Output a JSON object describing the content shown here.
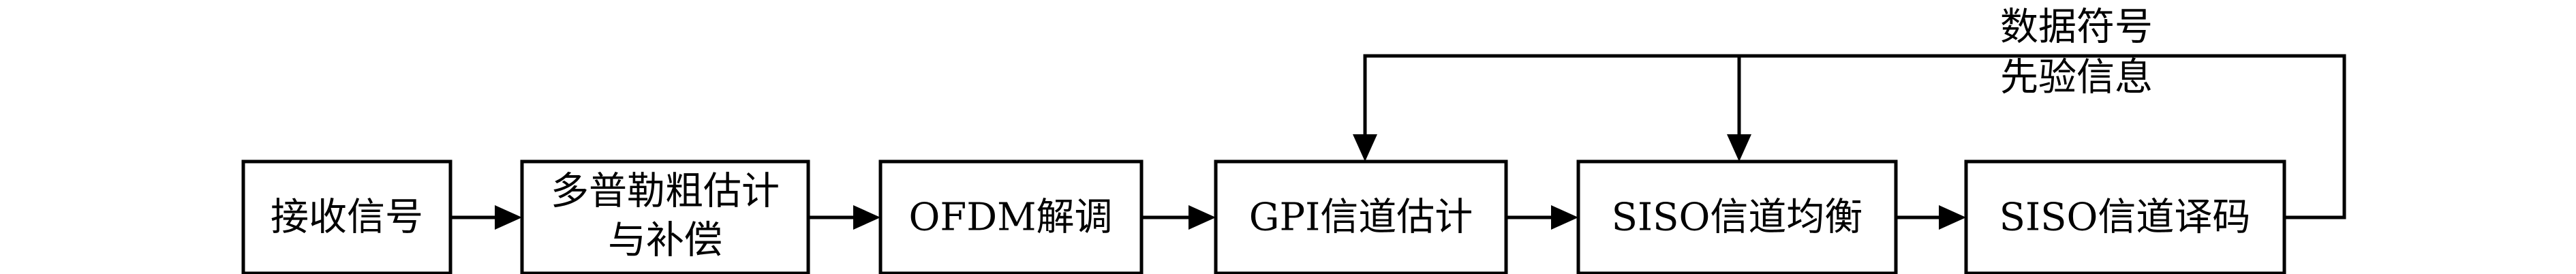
{
  "diagram": {
    "blocks": {
      "receive": "接收信号",
      "doppler_line1": "多普勒粗估计",
      "doppler_line2": "与补偿",
      "ofdm": "OFDM解调",
      "gpi": "GPI信道估计",
      "equalizer": "SISO信道均衡",
      "decoder": "SISO信道译码"
    },
    "feedback": {
      "line1": "数据符号",
      "line2": "先验信息"
    }
  }
}
